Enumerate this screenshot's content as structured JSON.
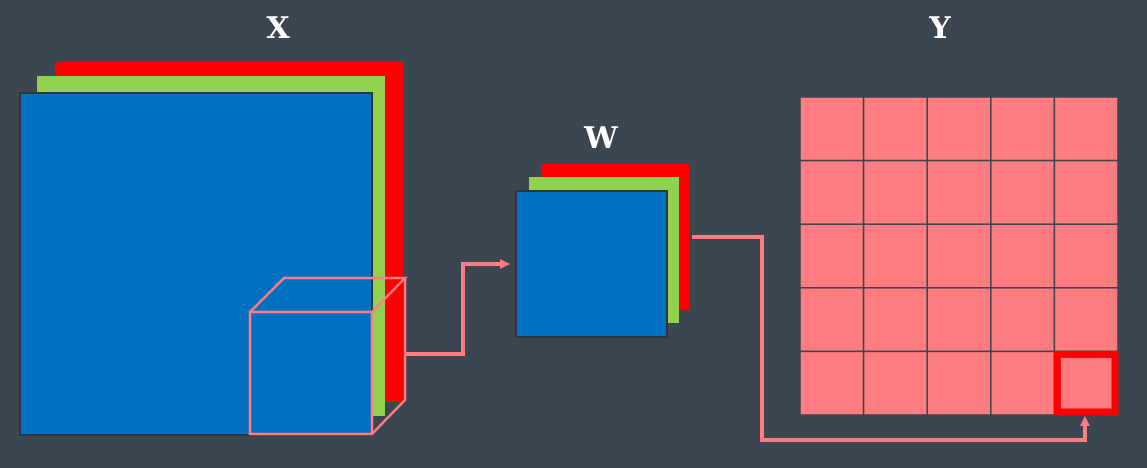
{
  "labels": {
    "input": "X",
    "kernel": "W",
    "output": "Y"
  },
  "grid": {
    "rows": 5,
    "cols": 5,
    "highlight_row": 4,
    "highlight_col": 4
  },
  "colors": {
    "background": "#3b4650",
    "channel_red": "#ff0000",
    "channel_green": "#92d050",
    "channel_blue": "#0070c0",
    "cell": "#ff7c80",
    "connector": "#ff7c80",
    "highlight": "#ff0000"
  }
}
